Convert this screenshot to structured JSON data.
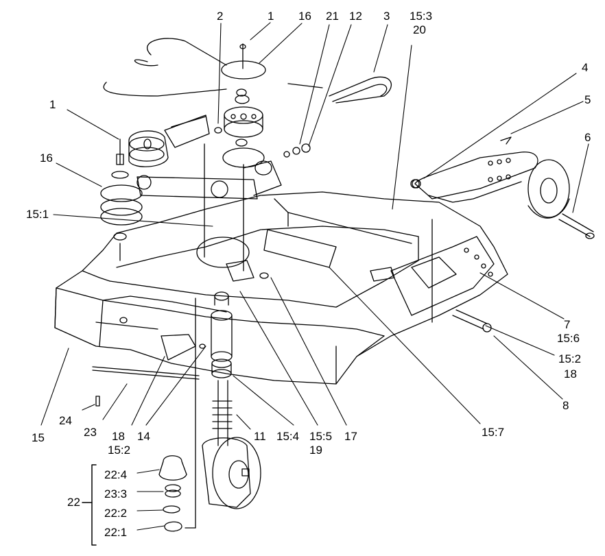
{
  "diagram": {
    "type": "exploded parts diagram",
    "line_color": "#000000",
    "background": "#ffffff",
    "callouts": [
      {
        "id": "c-1-top",
        "text": "1"
      },
      {
        "id": "c-16-top",
        "text": "16"
      },
      {
        "id": "c-2",
        "text": "2"
      },
      {
        "id": "c-21",
        "text": "21"
      },
      {
        "id": "c-12",
        "text": "12"
      },
      {
        "id": "c-3",
        "text": "3"
      },
      {
        "id": "c-15-3",
        "text": "15:3"
      },
      {
        "id": "c-20",
        "text": "20"
      },
      {
        "id": "c-4",
        "text": "4"
      },
      {
        "id": "c-5",
        "text": "5"
      },
      {
        "id": "c-6",
        "text": "6"
      },
      {
        "id": "c-1-left",
        "text": "1"
      },
      {
        "id": "c-16-left",
        "text": "16"
      },
      {
        "id": "c-15-1",
        "text": "15:1"
      },
      {
        "id": "c-7",
        "text": "7"
      },
      {
        "id": "c-15-6",
        "text": "15:6"
      },
      {
        "id": "c-15-2-right",
        "text": "15:2"
      },
      {
        "id": "c-18-right",
        "text": "18"
      },
      {
        "id": "c-8",
        "text": "8"
      },
      {
        "id": "c-24",
        "text": "24"
      },
      {
        "id": "c-15",
        "text": "15"
      },
      {
        "id": "c-23",
        "text": "23"
      },
      {
        "id": "c-18-left",
        "text": "18"
      },
      {
        "id": "c-15-2-left",
        "text": "15:2"
      },
      {
        "id": "c-14",
        "text": "14"
      },
      {
        "id": "c-11",
        "text": "11"
      },
      {
        "id": "c-15-4",
        "text": "15:4"
      },
      {
        "id": "c-15-5",
        "text": "15:5"
      },
      {
        "id": "c-19",
        "text": "19"
      },
      {
        "id": "c-17",
        "text": "17"
      },
      {
        "id": "c-15-7",
        "text": "15:7"
      },
      {
        "id": "c-22",
        "text": "22"
      },
      {
        "id": "c-22-4",
        "text": "22:4"
      },
      {
        "id": "c-23-3",
        "text": "23:3"
      },
      {
        "id": "c-22-2",
        "text": "22:2"
      },
      {
        "id": "c-22-1",
        "text": "22:1"
      }
    ]
  }
}
